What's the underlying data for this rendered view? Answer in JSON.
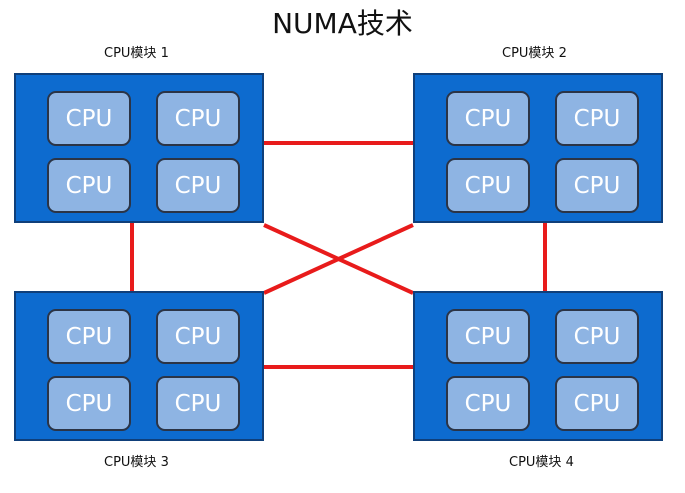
{
  "title": "NUMA技术",
  "colors": {
    "module_fill": "#0d6bcf",
    "cpu_fill": "#8eb4e3",
    "interconnect": "#e81b1b"
  },
  "modules": [
    {
      "label": "CPU模块 1",
      "cpus": [
        "CPU",
        "CPU",
        "CPU",
        "CPU"
      ]
    },
    {
      "label": "CPU模块 2",
      "cpus": [
        "CPU",
        "CPU",
        "CPU",
        "CPU"
      ]
    },
    {
      "label": "CPU模块 3",
      "cpus": [
        "CPU",
        "CPU",
        "CPU",
        "CPU"
      ]
    },
    {
      "label": "CPU模块 4",
      "cpus": [
        "CPU",
        "CPU",
        "CPU",
        "CPU"
      ]
    }
  ],
  "interconnects": [
    {
      "from": "CPU模块 1",
      "to": "CPU模块 2"
    },
    {
      "from": "CPU模块 3",
      "to": "CPU模块 4"
    },
    {
      "from": "CPU模块 1",
      "to": "CPU模块 3"
    },
    {
      "from": "CPU模块 2",
      "to": "CPU模块 4"
    },
    {
      "from": "CPU模块 1",
      "to": "CPU模块 4"
    },
    {
      "from": "CPU模块 2",
      "to": "CPU模块 3"
    }
  ]
}
